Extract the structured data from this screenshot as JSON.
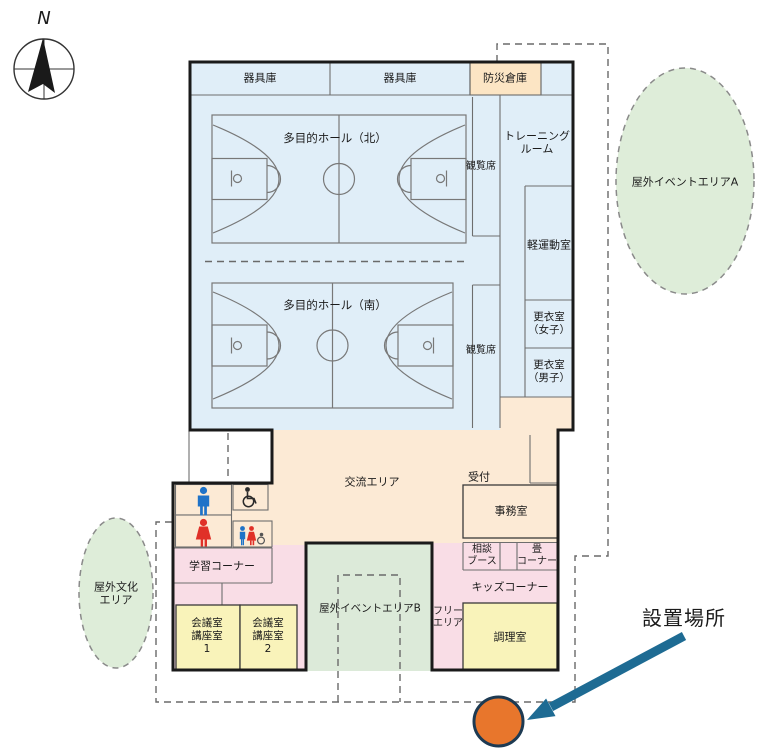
{
  "compass": {
    "north_label": "N"
  },
  "rooms": {
    "storage1": "器具庫",
    "storage2": "器具庫",
    "disaster": "防災倉庫",
    "training": {
      "line1": "トレーニング",
      "line2": "ルーム"
    },
    "spectator_north": "観覧席",
    "spectator_south": "観覧席",
    "hall_north": "多目的ホール（北）",
    "hall_south": "多目的ホール（南）",
    "light_exercise": "軽運動室",
    "locker_women": {
      "line1": "更衣室",
      "line2": "（女子）"
    },
    "locker_men": {
      "line1": "更衣室",
      "line2": "（男子）"
    },
    "exchange": "交流エリア",
    "reception": "受付",
    "office": "事務室",
    "consult": {
      "line1": "相談",
      "line2": "ブース"
    },
    "tatami": {
      "line1": "畳",
      "line2": "コーナー"
    },
    "kids": "キッズコーナー",
    "free": {
      "line1": "フリー",
      "line2": "エリア"
    },
    "cooking": "調理室",
    "study": "学習コーナー",
    "meeting1": {
      "line1": "会議室",
      "line2": "講座室",
      "line3": "1"
    },
    "meeting2": {
      "line1": "会議室",
      "line2": "講座室",
      "line3": "2"
    }
  },
  "outdoor": {
    "event_a": "屋外イベントエリアA",
    "event_b": "屋外イベントエリアB",
    "culture": {
      "line1": "屋外文化",
      "line2": "エリア"
    }
  },
  "marker": {
    "label": "設置場所"
  },
  "colors": {
    "room_blue": "#e0eef8",
    "room_peach": "#fcead5",
    "room_pink": "#f9dde6",
    "room_yellow": "#f9f3ba",
    "room_green": "#dcead9",
    "outdoor_green": "#deedd9",
    "storage_orange": "#fce5c4",
    "wall": "#1a1a1a",
    "marker_fill": "#e8762c",
    "marker_border": "#1d3a52",
    "arrow": "#1e6b93",
    "toilet_male": "#1e72c8",
    "toilet_female": "#e03028"
  }
}
